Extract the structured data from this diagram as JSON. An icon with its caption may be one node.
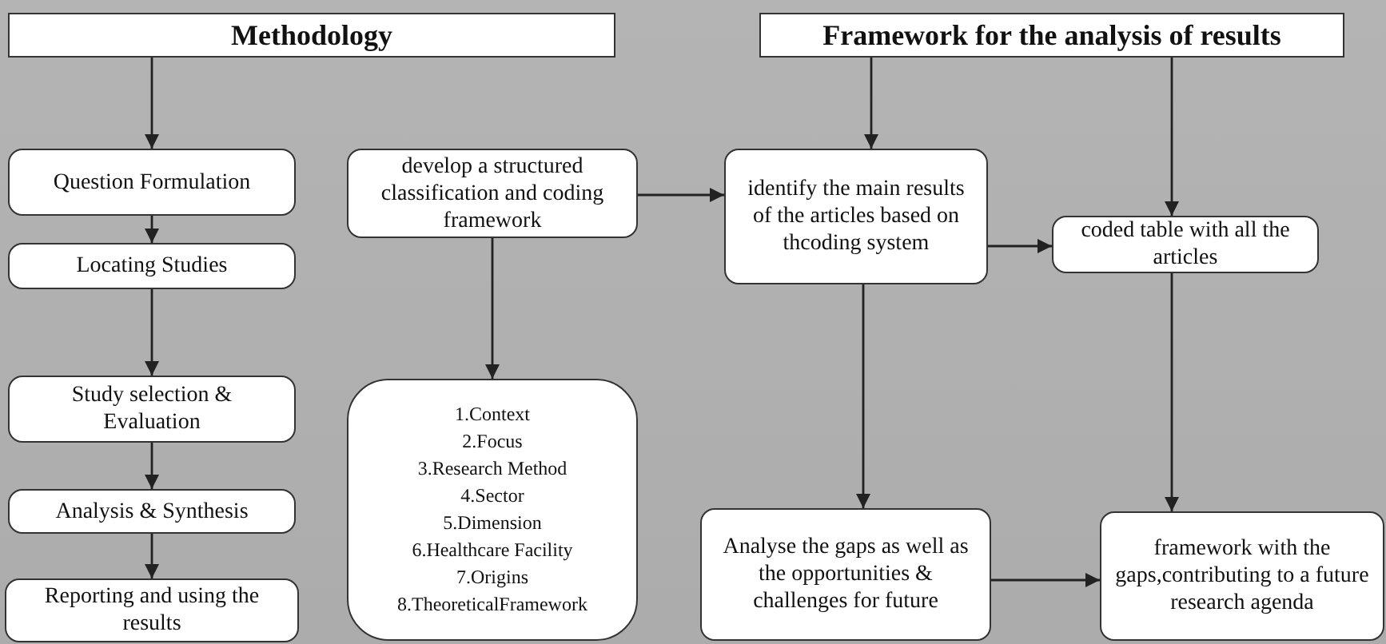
{
  "diagram": {
    "nodes": [
      {
        "text": [
          "Methodology"
        ]
      },
      {
        "text": [
          "Question Formulation"
        ]
      },
      {
        "text": [
          "Locating Studies"
        ]
      },
      {
        "text": [
          "Study selection & Evaluation"
        ]
      },
      {
        "text": [
          "Analysis & Synthesis"
        ]
      },
      {
        "text": [
          "Reporting and using the results"
        ]
      },
      {
        "text": [
          "develop a structured classification and coding framework"
        ]
      },
      {
        "text": [
          "1.Context",
          "2.Focus",
          "3.Research Method",
          "4.Sector",
          "5.Dimension",
          "6.Healthcare Facility",
          "7.Origins",
          "8.TheoreticalFramework"
        ]
      },
      {
        "text": [
          "Framework for the analysis of results"
        ]
      },
      {
        "text": [
          "identify the main results of the articles based on thcoding system"
        ]
      },
      {
        "text": [
          "coded table with all the articles"
        ]
      },
      {
        "text": [
          "Analyse the gaps as well as the opportunities & challenges for future"
        ]
      },
      {
        "text": [
          "framework with the gaps,contributing to a future research agenda"
        ]
      }
    ],
    "edges": [
      {
        "from": 0,
        "to": 1,
        "arrow": "to"
      },
      {
        "from": 1,
        "to": 2,
        "arrow": "to"
      },
      {
        "from": 2,
        "to": 3,
        "arrow": "to"
      },
      {
        "from": 3,
        "to": 4,
        "arrow": "to"
      },
      {
        "from": 4,
        "to": 5,
        "arrow": "to"
      },
      {
        "from": 6,
        "to": 7,
        "arrow": "to"
      },
      {
        "from": 6,
        "to": 9,
        "arrow": "to"
      },
      {
        "from": 8,
        "to": 9,
        "arrow": "to"
      },
      {
        "from": 8,
        "to": 10,
        "arrow": "to"
      },
      {
        "from": 9,
        "to": 10,
        "arrow": "to"
      },
      {
        "from": 9,
        "to": 11,
        "arrow": "to"
      },
      {
        "from": 10,
        "to": 12,
        "arrow": "to"
      },
      {
        "from": 11,
        "to": 12,
        "arrow": "to"
      }
    ]
  }
}
